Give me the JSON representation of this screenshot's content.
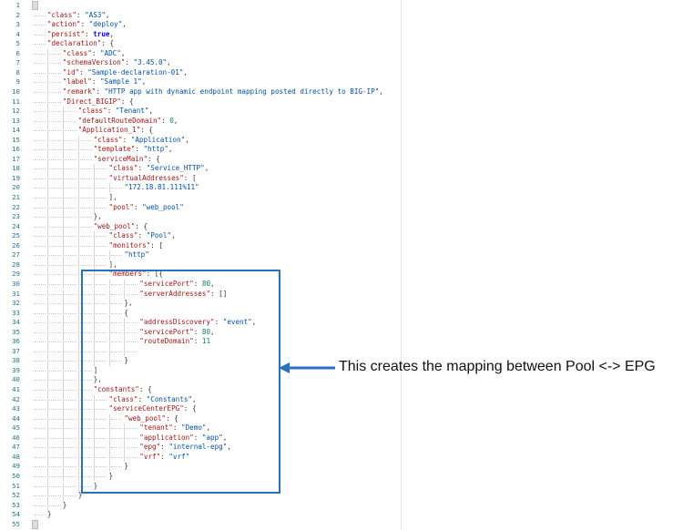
{
  "editor": {
    "lines": [
      {
        "i": 0,
        "p": [
          [
            "f",
            ""
          ]
        ]
      },
      {
        "i": 1,
        "p": [
          [
            "k",
            "\"class\""
          ],
          [
            "p",
            ": "
          ],
          [
            "s",
            "\"AS3\""
          ],
          [
            "p",
            ","
          ]
        ]
      },
      {
        "i": 1,
        "p": [
          [
            "k",
            "\"action\""
          ],
          [
            "p",
            ": "
          ],
          [
            "s",
            "\"deploy\""
          ],
          [
            "p",
            ","
          ]
        ]
      },
      {
        "i": 1,
        "p": [
          [
            "k",
            "\"persist\""
          ],
          [
            "p",
            ": "
          ],
          [
            "b",
            "true"
          ],
          [
            "p",
            ","
          ]
        ]
      },
      {
        "i": 1,
        "p": [
          [
            "k",
            "\"declaration\""
          ],
          [
            "p",
            ": {"
          ]
        ]
      },
      {
        "i": 2,
        "p": [
          [
            "k",
            "\"class\""
          ],
          [
            "p",
            ": "
          ],
          [
            "s",
            "\"ADC\""
          ],
          [
            "p",
            ","
          ]
        ]
      },
      {
        "i": 2,
        "p": [
          [
            "k",
            "\"schemaVersion\""
          ],
          [
            "p",
            ": "
          ],
          [
            "s",
            "\"3.45.0\""
          ],
          [
            "p",
            ","
          ]
        ]
      },
      {
        "i": 2,
        "p": [
          [
            "k",
            "\"id\""
          ],
          [
            "p",
            ": "
          ],
          [
            "s",
            "\"Sample-declaration-01\""
          ],
          [
            "p",
            ","
          ]
        ]
      },
      {
        "i": 2,
        "p": [
          [
            "k",
            "\"label\""
          ],
          [
            "p",
            ": "
          ],
          [
            "s",
            "\"Sample 1\""
          ],
          [
            "p",
            ","
          ]
        ]
      },
      {
        "i": 2,
        "p": [
          [
            "k",
            "\"remark\""
          ],
          [
            "p",
            ": "
          ],
          [
            "s",
            "\"HTTP app with dynamic endpoint mapping posted directly to BIG-IP\""
          ],
          [
            "p",
            ","
          ]
        ]
      },
      {
        "i": 2,
        "p": [
          [
            "k",
            "\"Direct_BIGIP\""
          ],
          [
            "p",
            ": {"
          ]
        ]
      },
      {
        "i": 3,
        "p": [
          [
            "k",
            "\"class\""
          ],
          [
            "p",
            ": "
          ],
          [
            "s",
            "\"Tenant\""
          ],
          [
            "p",
            ","
          ]
        ]
      },
      {
        "i": 3,
        "p": [
          [
            "k",
            "\"defaultRouteDomain\""
          ],
          [
            "p",
            ": "
          ],
          [
            "n",
            "0"
          ],
          [
            "p",
            ","
          ]
        ]
      },
      {
        "i": 3,
        "p": [
          [
            "k",
            "\"Application_1\""
          ],
          [
            "p",
            ": {"
          ]
        ]
      },
      {
        "i": 4,
        "p": [
          [
            "k",
            "\"class\""
          ],
          [
            "p",
            ": "
          ],
          [
            "s",
            "\"Application\""
          ],
          [
            "p",
            ","
          ]
        ]
      },
      {
        "i": 4,
        "p": [
          [
            "k",
            "\"template\""
          ],
          [
            "p",
            ": "
          ],
          [
            "s",
            "\"http\""
          ],
          [
            "p",
            ","
          ]
        ]
      },
      {
        "i": 4,
        "p": [
          [
            "k",
            "\"serviceMain\""
          ],
          [
            "p",
            ": {"
          ]
        ]
      },
      {
        "i": 5,
        "p": [
          [
            "k",
            "\"class\""
          ],
          [
            "p",
            ": "
          ],
          [
            "s",
            "\"Service_HTTP\""
          ],
          [
            "p",
            ","
          ]
        ]
      },
      {
        "i": 5,
        "p": [
          [
            "k",
            "\"virtualAddresses\""
          ],
          [
            "p",
            ": ["
          ]
        ]
      },
      {
        "i": 6,
        "p": [
          [
            "s",
            "\"172.18.81.111%11\""
          ]
        ]
      },
      {
        "i": 5,
        "p": [
          [
            "p",
            "],"
          ]
        ]
      },
      {
        "i": 5,
        "p": [
          [
            "k",
            "\"pool\""
          ],
          [
            "p",
            ": "
          ],
          [
            "s",
            "\"web_pool\""
          ]
        ]
      },
      {
        "i": 4,
        "p": [
          [
            "p",
            "},"
          ]
        ]
      },
      {
        "i": 4,
        "p": [
          [
            "k",
            "\"web_pool\""
          ],
          [
            "p",
            ": {"
          ]
        ]
      },
      {
        "i": 5,
        "p": [
          [
            "k",
            "\"class\""
          ],
          [
            "p",
            ": "
          ],
          [
            "s",
            "\"Pool\""
          ],
          [
            "p",
            ","
          ]
        ]
      },
      {
        "i": 5,
        "p": [
          [
            "k",
            "\"monitors\""
          ],
          [
            "p",
            ": ["
          ]
        ]
      },
      {
        "i": 6,
        "p": [
          [
            "s",
            "\"http\""
          ]
        ]
      },
      {
        "i": 5,
        "p": [
          [
            "p",
            "],"
          ]
        ]
      },
      {
        "i": 5,
        "p": [
          [
            "k",
            "\"members\""
          ],
          [
            "p",
            ": [{"
          ]
        ]
      },
      {
        "i": 7,
        "p": [
          [
            "k",
            "\"servicePort\""
          ],
          [
            "p",
            ": "
          ],
          [
            "n",
            "80"
          ],
          [
            "p",
            ","
          ]
        ]
      },
      {
        "i": 7,
        "p": [
          [
            "k",
            "\"serverAddresses\""
          ],
          [
            "p",
            ": []"
          ]
        ]
      },
      {
        "i": 6,
        "p": [
          [
            "p",
            "},"
          ]
        ]
      },
      {
        "i": 6,
        "p": [
          [
            "p",
            "{"
          ]
        ]
      },
      {
        "i": 7,
        "p": [
          [
            "k",
            "\"addressDiscovery\""
          ],
          [
            "p",
            ": "
          ],
          [
            "s",
            "\"event\""
          ],
          [
            "p",
            ","
          ]
        ]
      },
      {
        "i": 7,
        "p": [
          [
            "k",
            "\"servicePort\""
          ],
          [
            "p",
            ": "
          ],
          [
            "n",
            "80"
          ],
          [
            "p",
            ","
          ]
        ]
      },
      {
        "i": 7,
        "p": [
          [
            "k",
            "\"routeDomain\""
          ],
          [
            "p",
            ": "
          ],
          [
            "n",
            "11"
          ]
        ]
      },
      {
        "i": 7,
        "p": []
      },
      {
        "i": 6,
        "p": [
          [
            "p",
            "}"
          ]
        ]
      },
      {
        "i": 4,
        "p": [
          [
            "p",
            "]"
          ]
        ]
      },
      {
        "i": 4,
        "p": [
          [
            "p",
            "},"
          ]
        ]
      },
      {
        "i": 4,
        "p": [
          [
            "k",
            "\"constants\""
          ],
          [
            "p",
            ": {"
          ]
        ]
      },
      {
        "i": 5,
        "p": [
          [
            "k",
            "\"class\""
          ],
          [
            "p",
            ": "
          ],
          [
            "s",
            "\"Constants\""
          ],
          [
            "p",
            ","
          ]
        ]
      },
      {
        "i": 5,
        "p": [
          [
            "k",
            "\"serviceCenterEPG\""
          ],
          [
            "p",
            ": {"
          ]
        ]
      },
      {
        "i": 6,
        "p": [
          [
            "k",
            "\"web_pool\""
          ],
          [
            "p",
            ": {"
          ]
        ]
      },
      {
        "i": 7,
        "p": [
          [
            "k",
            "\"tenant\""
          ],
          [
            "p",
            ": "
          ],
          [
            "s",
            "\"Demo\""
          ],
          [
            "p",
            ","
          ]
        ]
      },
      {
        "i": 7,
        "p": [
          [
            "k",
            "\"application\""
          ],
          [
            "p",
            ": "
          ],
          [
            "s",
            "\"app\""
          ],
          [
            "p",
            ","
          ]
        ]
      },
      {
        "i": 7,
        "p": [
          [
            "k",
            "\"epg\""
          ],
          [
            "p",
            ": "
          ],
          [
            "s",
            "\"internal-epg\""
          ],
          [
            "p",
            ","
          ]
        ]
      },
      {
        "i": 7,
        "p": [
          [
            "k",
            "\"vrf\""
          ],
          [
            "p",
            ": "
          ],
          [
            "s",
            "\"vrf\""
          ]
        ]
      },
      {
        "i": 6,
        "p": [
          [
            "p",
            "}"
          ]
        ]
      },
      {
        "i": 5,
        "p": [
          [
            "p",
            "}"
          ]
        ]
      },
      {
        "i": 4,
        "p": [
          [
            "p",
            "}"
          ]
        ]
      },
      {
        "i": 3,
        "p": [
          [
            "p",
            "}"
          ]
        ]
      },
      {
        "i": 2,
        "p": [
          [
            "p",
            "}"
          ]
        ]
      },
      {
        "i": 1,
        "p": [
          [
            "p",
            "}"
          ]
        ]
      },
      {
        "i": 0,
        "p": [
          [
            "f",
            ""
          ]
        ]
      }
    ]
  },
  "annotation": {
    "text": "This creates the mapping between Pool <-> EPG",
    "color": "#2a70c0"
  }
}
